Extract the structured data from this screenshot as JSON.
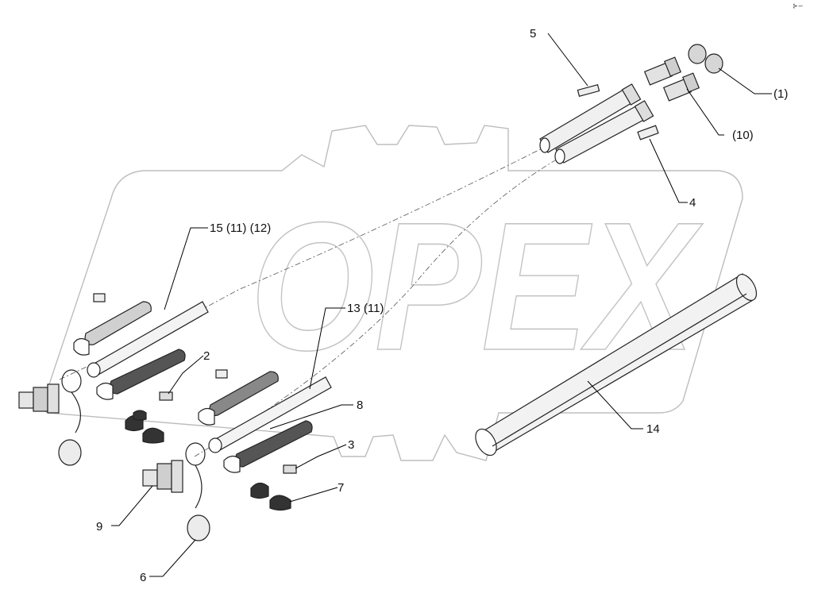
{
  "watermark": {
    "text": "OPEX"
  },
  "corner_mark": "⊱∽",
  "callouts": [
    {
      "id": "c1",
      "text": "(1)"
    },
    {
      "id": "c2",
      "text": "2"
    },
    {
      "id": "c3",
      "text": "3"
    },
    {
      "id": "c4",
      "text": "4"
    },
    {
      "id": "c5",
      "text": "5"
    },
    {
      "id": "c6",
      "text": "6"
    },
    {
      "id": "c7",
      "text": "7"
    },
    {
      "id": "c8",
      "text": "8"
    },
    {
      "id": "c9",
      "text": "9"
    },
    {
      "id": "c10",
      "text": "(10)"
    },
    {
      "id": "c13",
      "text": "13 (11)"
    },
    {
      "id": "c14",
      "text": "14"
    },
    {
      "id": "c15",
      "text": "15 (11) (12)"
    }
  ]
}
